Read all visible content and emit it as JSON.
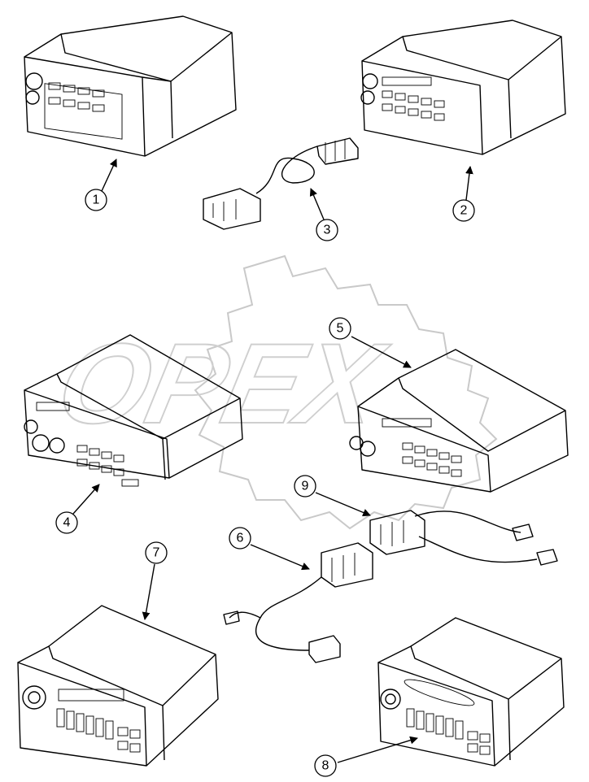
{
  "watermark": {
    "text": "OPEX"
  },
  "callouts": [
    {
      "id": "c1",
      "label": "1"
    },
    {
      "id": "c2",
      "label": "2"
    },
    {
      "id": "c3",
      "label": "3"
    },
    {
      "id": "c4",
      "label": "4"
    },
    {
      "id": "c5",
      "label": "5"
    },
    {
      "id": "c6",
      "label": "6"
    },
    {
      "id": "c7",
      "label": "7"
    },
    {
      "id": "c8",
      "label": "8"
    },
    {
      "id": "c9",
      "label": "9"
    }
  ],
  "parts": [
    {
      "callout": "1",
      "kind": "radio-unit"
    },
    {
      "callout": "2",
      "kind": "radio-unit"
    },
    {
      "callout": "3",
      "kind": "wiring-harness"
    },
    {
      "callout": "4",
      "kind": "radio-unit"
    },
    {
      "callout": "5",
      "kind": "radio-unit"
    },
    {
      "callout": "6",
      "kind": "wiring-harness"
    },
    {
      "callout": "7",
      "kind": "radio-unit"
    },
    {
      "callout": "8",
      "kind": "radio-unit"
    },
    {
      "callout": "9",
      "kind": "wiring-harness"
    }
  ]
}
